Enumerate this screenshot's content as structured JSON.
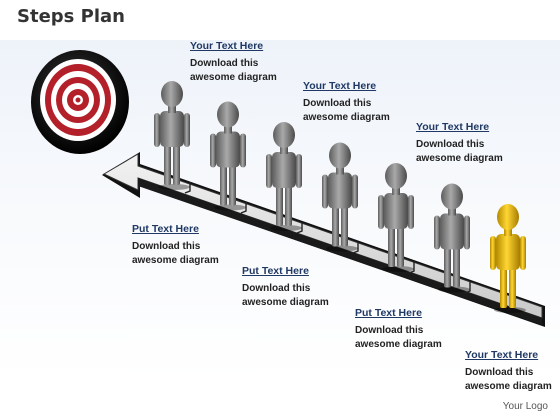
{
  "title": "Steps Plan",
  "colors": {
    "accent_figure": "#e8b800",
    "figure_gray": "#7a7a7a",
    "target_red": "#b3202a",
    "heading_blue": "#1f3864"
  },
  "icons": {
    "target": "bullseye-target-icon",
    "arrow": "step-arrow-icon",
    "figure": "person-figure-icon"
  },
  "callouts": [
    {
      "heading": "Your Text Here",
      "body": "Download this awesome diagram"
    },
    {
      "heading": "Put Text Here",
      "body": "Download this awesome diagram"
    },
    {
      "heading": "Your Text Here",
      "body": "Download this awesome diagram"
    },
    {
      "heading": "Put Text Here",
      "body": "Download this awesome diagram"
    },
    {
      "heading": "Your Text Here",
      "body": "Download this awesome diagram"
    },
    {
      "heading": "Put Text Here",
      "body": "Download this awesome diagram"
    },
    {
      "heading": "Your Text Here",
      "body": "Download this awesome diagram"
    }
  ],
  "footer": {
    "logo_text": "Your Logo"
  }
}
